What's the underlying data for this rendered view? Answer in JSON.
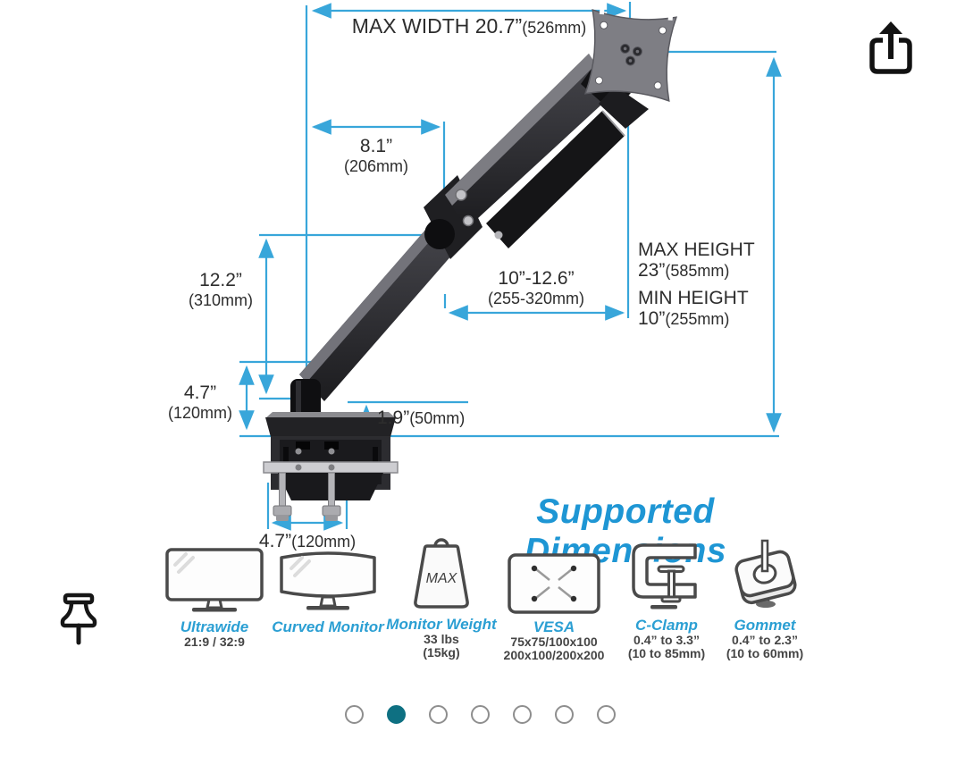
{
  "colors": {
    "dimension_line": "#38a6da",
    "accent_blue": "#1e96d4",
    "active_dot": "#0e7082",
    "text": "#2d2d2d"
  },
  "diagram": {
    "dimensions": {
      "max_width": {
        "label": "MAX WIDTH 20.7”",
        "metric": "(526mm)"
      },
      "upper_arm": {
        "label": "8.1”",
        "metric": "(206mm)"
      },
      "max_height": {
        "label": "MAX HEIGHT",
        "value": "23”",
        "metric": "(585mm)"
      },
      "min_height": {
        "label": "MIN HEIGHT",
        "value": "10”",
        "metric": "(255mm)"
      },
      "lower_arm": {
        "label": "10”-12.6”",
        "metric": "(255-320mm)"
      },
      "riser": {
        "label": "12.2”",
        "metric": "(310mm)"
      },
      "pole": {
        "label": "4.7”",
        "metric": "(120mm)"
      },
      "base_clearance": {
        "label": "1.9”",
        "metric": "(50mm)"
      },
      "base_width": {
        "label": "4.7”",
        "metric": "(120mm)"
      }
    }
  },
  "supported": {
    "title": "Supported Dimensions",
    "items": [
      {
        "icon": "ultrawide-monitor-icon",
        "name": "Ultrawide",
        "line1": "21:9 / 32:9",
        "line2": ""
      },
      {
        "icon": "curved-monitor-icon",
        "name": "Curved Monitor",
        "line1": "",
        "line2": ""
      },
      {
        "icon": "weight-icon",
        "name": "Monitor Weight",
        "line1": "33 lbs",
        "line2": "(15kg)",
        "icon_text": "MAX"
      },
      {
        "icon": "vesa-icon",
        "name": "VESA",
        "line1": "75x75/100x100",
        "line2": "200x100/200x200"
      },
      {
        "icon": "c-clamp-icon",
        "name": "C-Clamp",
        "line1": "0.4” to 3.3”",
        "line2": "(10 to 85mm)"
      },
      {
        "icon": "grommet-icon",
        "name": "Gommet",
        "line1": "0.4” to 2.3”",
        "line2": "(10 to 60mm)"
      }
    ]
  },
  "carousel": {
    "total_dots": 7,
    "active_dot_index": 1
  },
  "header_icons": {
    "share": "share-icon",
    "pin": "pushpin-icon"
  }
}
